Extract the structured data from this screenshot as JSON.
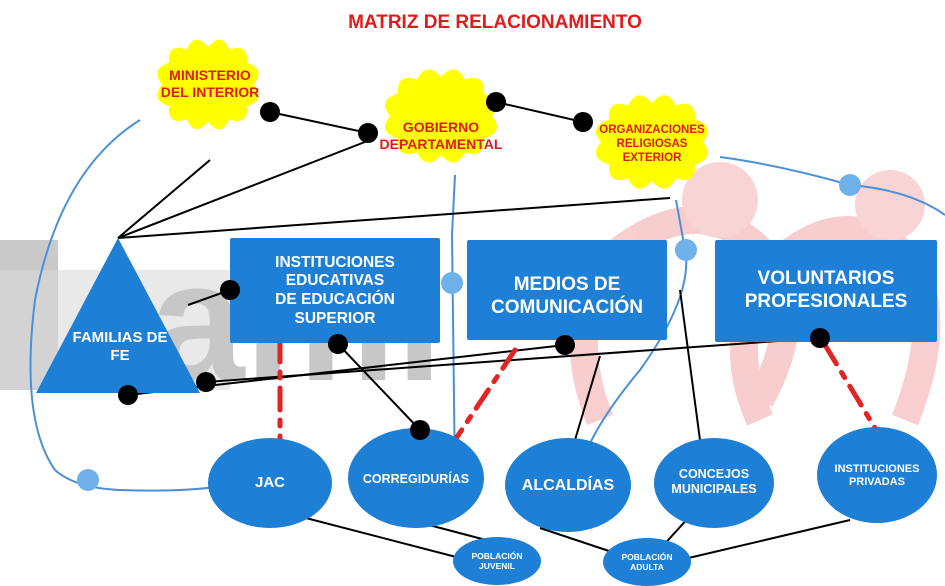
{
  "title": "MATRIZ DE RELACIONAMIENTO",
  "colors": {
    "blue": "#1e7fd6",
    "yellow": "#ffff00",
    "red_text": "#e01b1b",
    "dash_red": "#e32424",
    "line_blue": "#4a90d9",
    "dot_blue": "#6fb1ea",
    "dot_black": "#000000"
  },
  "nodes": {
    "ministerio": "MINISTERIO\nDEL INTERIOR",
    "gobierno": "GOBIERNO\nDEPARTAMENTAL",
    "organizaciones": "ORGANIZACIONES\nRELIGIOSAS\nEXTERIOR",
    "familias": "FAMILIAS DE\nFE",
    "instituciones_educativas": "INSTITUCIONES\nEDUCATIVAS\nDE EDUCACIÓN\nSUPERIOR",
    "medios": "MEDIOS DE\nCOMUNICACIÓN",
    "voluntarios": "VOLUNTARIOS\nPROFESIONALES",
    "jac": "JAC",
    "corregidurias": "CORREGIDURÍAS",
    "alcaldias": "ALCALDÍAS",
    "concejos": "CONCEJOS\nMUNICIPALES",
    "instituciones_privadas": "INSTITUCIONES\nPRIVADAS",
    "poblacion_juvenil": "POBLACIÓN\nJUVENIL",
    "poblacion_adulta": "POBLACIÓN\nADULTA"
  },
  "watermark": {
    "text": "ami",
    "icon": "people-logo-watermark"
  }
}
